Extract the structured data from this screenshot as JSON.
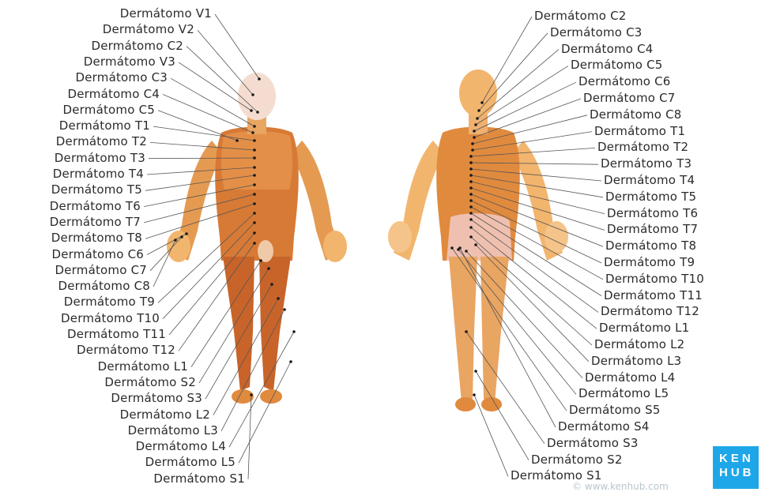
{
  "front_labels": [
    "Dermátomo V1",
    "Dermátomo V2",
    "Dermátomo C2",
    "Dermátomo V3",
    "Dermátomo C3",
    "Dermátomo C4",
    "Dermátomo C5",
    "Dermátomo T1",
    "Dermátomo T2",
    "Dermátomo T3",
    "Dermátomo T4",
    "Dermátomo T5",
    "Dermátomo T6",
    "Dermátomo T7",
    "Dermátomo T8",
    "Dermátomo C6",
    "Dermátomo C7",
    "Dermátomo C8",
    "Dermátomo T9",
    "Dermátomo T10",
    "Dermátomo T11",
    "Dermátomo T12",
    "Dermátomo L1",
    "Dermátomo S2",
    "Dermátomo S3",
    "Dermátomo L2",
    "Dermátomo L3",
    "Dermátomo L4",
    "Dermátomo L5",
    "Dermátomo S1"
  ],
  "back_labels": [
    "Dermátomo C2",
    "Dermátomo C3",
    "Dermátomo C4",
    "Dermátomo C5",
    "Dermátomo C6",
    "Dermátomo C7",
    "Dermátomo C8",
    "Dermátomo T1",
    "Dermátomo T2",
    "Dermátomo T3",
    "Dermátomo T4",
    "Dermátomo T5",
    "Dermátomo T6",
    "Dermátomo T7",
    "Dermátomo T8",
    "Dermátomo T9",
    "Dermátomo T10",
    "Dermátomo T11",
    "Dermátomo T12",
    "Dermátomo L1",
    "Dermátomo L2",
    "Dermátomo L3",
    "Dermátomo L4",
    "Dermátomo L5",
    "Dermátomo S5",
    "Dermátomo S4",
    "Dermátomo S3",
    "Dermátomo S2",
    "Dermátomo S1"
  ],
  "logo": {
    "line1": "KEN",
    "line2": "HUB"
  },
  "watermark": "© www.kenhub.com",
  "colors": {
    "skin_light": "#f2b56e",
    "skin_mid": "#e08a3e",
    "skin_dark": "#c8642a",
    "head": "#f4ddd0",
    "logo": "#1ea7e8"
  }
}
